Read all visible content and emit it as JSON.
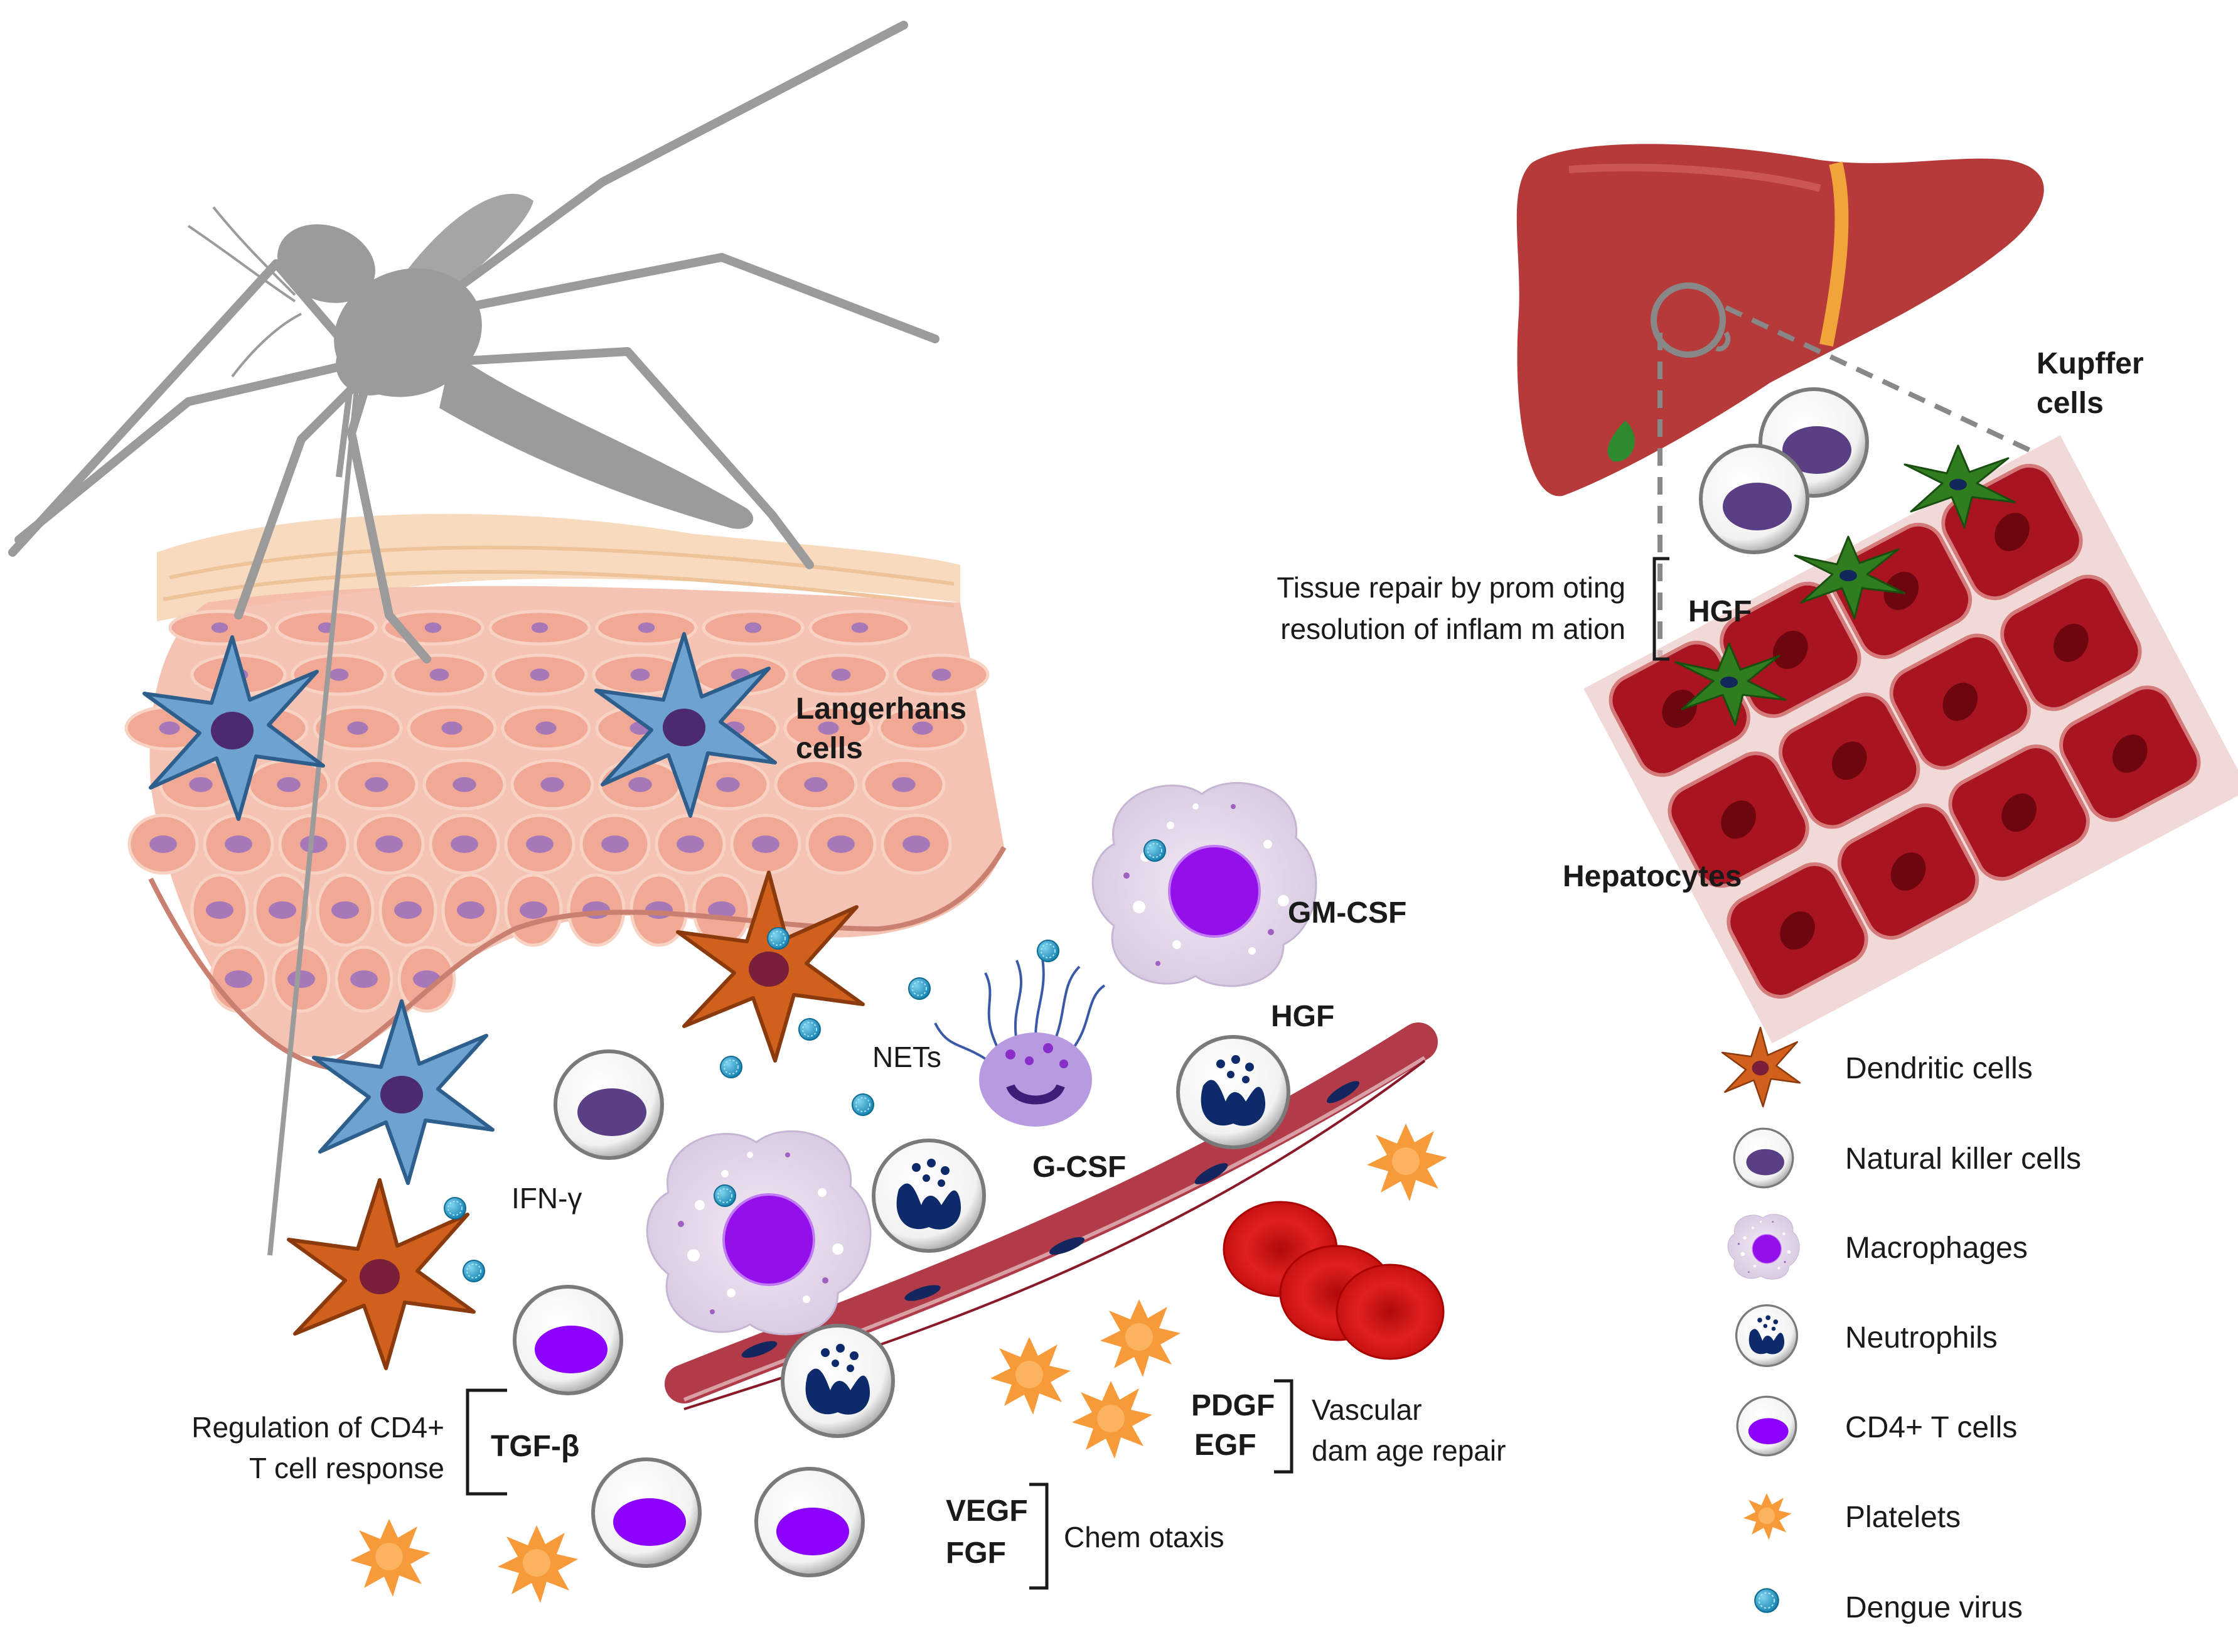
{
  "labels": {
    "kupffer_1": "Kupffer",
    "kupffer_2": "cells",
    "tissue_repair_1": "Tissue repair by prom oting",
    "tissue_repair_2": "resolution of inflam m ation",
    "hgf_liver": "HGF",
    "hepatocytes": "Hepatocytes",
    "langerhans_1": "Langerhans",
    "langerhans_2": "cells",
    "gm_csf": "GM-CSF",
    "nets": "NETs",
    "hgf_vessel": "HGF",
    "g_csf": "G-CSF",
    "ifn_gamma": "IFN-γ",
    "regulation_1": "Regulation of CD4+",
    "regulation_2": "T cell response",
    "tgf_beta": "TGF-β",
    "pdgf": "PDGF",
    "egf": "EGF",
    "vascular_1": "Vascular",
    "vascular_2": "dam age repair",
    "vegf": "VEGF",
    "fgf": "FGF",
    "chemotaxis": "Chem otaxis"
  },
  "legend": [
    {
      "icon": "dendritic-cell-icon",
      "label": "Dendritic cells"
    },
    {
      "icon": "nk-cell-icon",
      "label": "Natural killer cells"
    },
    {
      "icon": "macrophage-icon",
      "label": "Macrophages"
    },
    {
      "icon": "neutrophil-icon",
      "label": "Neutrophils"
    },
    {
      "icon": "cd4-t-cell-icon",
      "label": "CD4+ T cells"
    },
    {
      "icon": "platelet-icon",
      "label": "Platelets"
    },
    {
      "icon": "dengue-virus-icon",
      "label": "Dengue virus"
    }
  ],
  "colors": {
    "mosquito": "#9b9b9b",
    "skin": "#f0b0a0",
    "nucleus_skin": "#a678b8",
    "langerhans": "#6fa3cf",
    "dendritic": "#d2601d",
    "nk_nucleus": "#5b3f85",
    "t_cell_nucleus": "#8b00ff",
    "neutrophil": "#0d2a6b",
    "virus": "#1e9ac9",
    "platelet": "#f79a3a",
    "vessel": "#b23b4a",
    "rbc": "#d81d1d",
    "liver": "#b63a39",
    "hepatocyte": "#a8141f",
    "kupffer": "#2f7d1f",
    "bile_band": "#f0a43a"
  }
}
